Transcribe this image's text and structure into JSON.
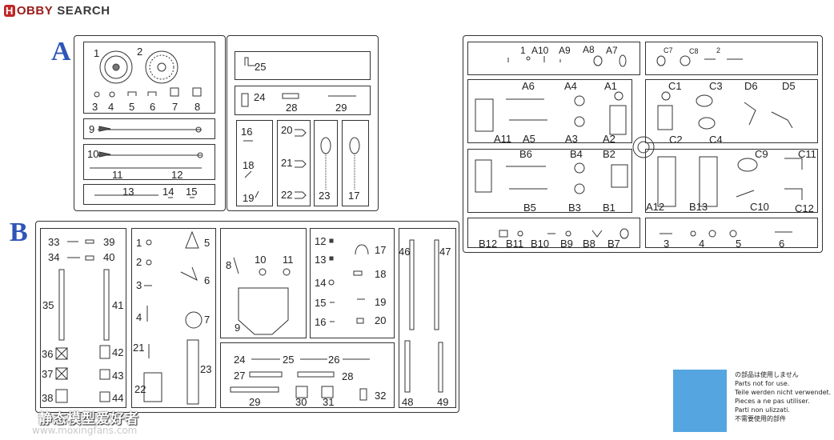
{
  "site": {
    "logo_mark": "H",
    "logo_text": "OBBY",
    "logo_tail": "SEARCH"
  },
  "sprues": {
    "A": {
      "letter": "A",
      "labels": [
        "1",
        "2",
        "3",
        "4",
        "5",
        "6",
        "7",
        "8",
        "25",
        "24",
        "28",
        "29",
        "9",
        "10",
        "11",
        "12",
        "13",
        "14",
        "15",
        "16",
        "18",
        "19",
        "20",
        "21",
        "22",
        "23",
        "17"
      ]
    },
    "B": {
      "letter": "B",
      "labels": [
        "33",
        "39",
        "34",
        "40",
        "35",
        "41",
        "36",
        "42",
        "37",
        "43",
        "38",
        "44",
        "1",
        "5",
        "2",
        "3",
        "6",
        "4",
        "7",
        "21",
        "23",
        "22",
        "8",
        "10",
        "11",
        "9",
        "12",
        "17",
        "13",
        "18",
        "14",
        "15",
        "19",
        "16",
        "20",
        "46",
        "47",
        "48",
        "49",
        "24",
        "25",
        "26",
        "27",
        "28",
        "29",
        "30",
        "31",
        "32"
      ]
    },
    "figures": {
      "labels": [
        "1",
        "A10",
        "A9",
        "A8",
        "A7",
        "C7",
        "C8",
        "2",
        "A6",
        "A4",
        "A1",
        "C1",
        "C3",
        "D6",
        "D5",
        "A11",
        "A5",
        "A3",
        "A2",
        "C2",
        "C4",
        "B6",
        "B4",
        "B2",
        "C9",
        "C11",
        "A12",
        "B13",
        "C10",
        "C12",
        "B5",
        "B3",
        "B1",
        "B12",
        "B11",
        "B10",
        "B9",
        "B8",
        "B7",
        "3",
        "4",
        "5",
        "6"
      ]
    }
  },
  "legend": {
    "color": "#55a6e0",
    "lines": [
      "の部品は使用しません",
      "Parts not for use.",
      "Teile werden nicht verwendet.",
      "Pieces a ne pas utiliser.",
      "Parti non ulizzati.",
      "不需要使用的部件"
    ]
  },
  "watermark": {
    "brand": "静态模型爱好者",
    "url": "www.moxingfans.com"
  }
}
